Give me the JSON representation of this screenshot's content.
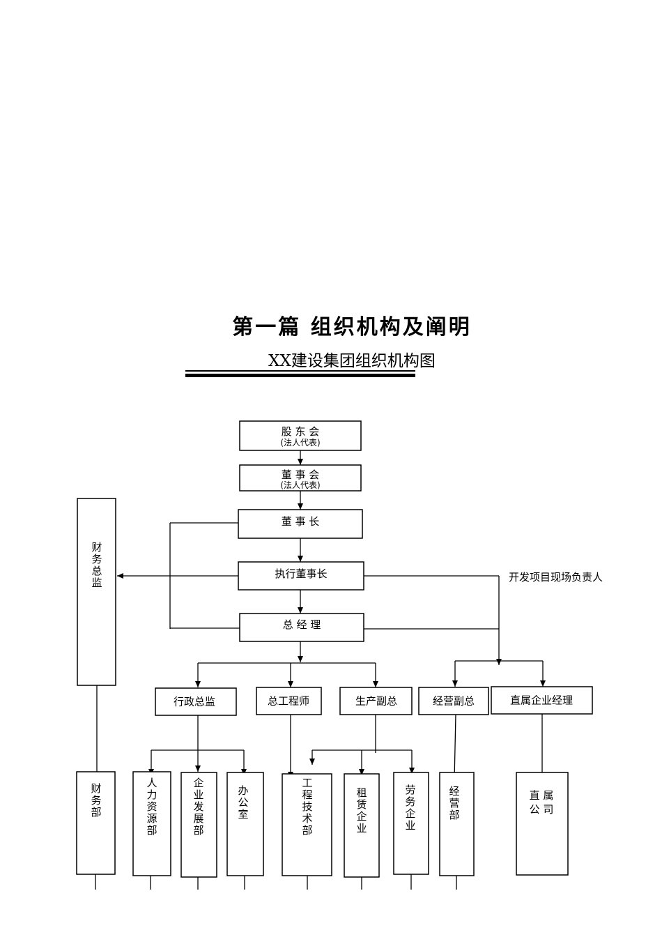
{
  "heading": {
    "title": "第一篇   组织机构及阐明",
    "subtitle": "XX建设集团组织机构图"
  },
  "chart": {
    "shareholders": {
      "label": "股 东 会",
      "sub": "(法人代表)"
    },
    "board": {
      "label": "董 事 会",
      "sub": "(法人代表)"
    },
    "chairman": "董 事 长",
    "exec_chairman": "执行董事长",
    "general_manager": "总 经 理",
    "finance_director": "财务总监",
    "dev_site_head": "开发项目现场负责人",
    "admin_director": "行政总监",
    "chief_engineer": "总工程师",
    "production_vp": "生产副总",
    "business_vp": "经营副总",
    "subsidiary_manager": "直属企业经理",
    "finance_dept": "财务部",
    "hr_dept": "人力资源部",
    "enterprise_dev_dept": "企业发展部",
    "office": "办公室",
    "engineering_dept": "工程技术部",
    "leasing_enterprise": "租赁企业",
    "labor_enterprise": "劳务企业",
    "business_dept": "经营部",
    "subsidiary_company": [
      "直 属",
      "公 司"
    ]
  }
}
